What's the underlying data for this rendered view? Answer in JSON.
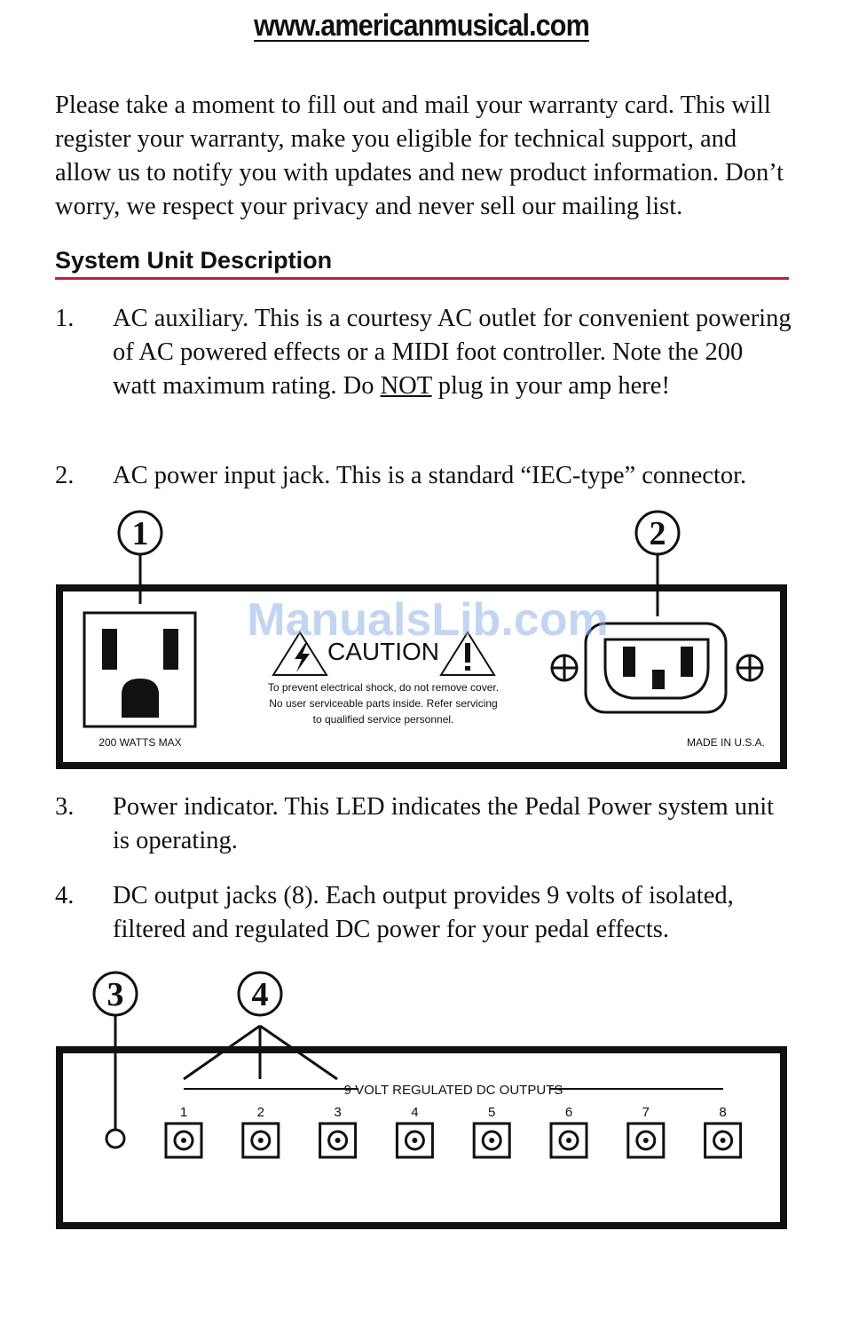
{
  "header": {
    "url": "www.americanmusical.com"
  },
  "intro": "Please take a moment to fill out and mail your warranty card. This will register your warranty, make you eligible for technical support, and allow us to notify you with updates and new product information. Don’t worry, we respect your privacy and never sell our mailing list.",
  "section": {
    "title": "System Unit Description"
  },
  "items": [
    {
      "num": "1.",
      "text_before": "AC auxiliary. This is a courtesy AC outlet for convenient powering of AC powered effects or a MIDI foot controller. Note the 200 watt maximum rating. Do ",
      "emphasis": "NOT",
      "text_after": " plug in your amp here!"
    },
    {
      "num": "2.",
      "text": "AC power input jack. This is a standard “IEC-type” connector."
    },
    {
      "num": "3.",
      "text": "Power indicator. This LED indicates the Pedal Power system unit is operating."
    },
    {
      "num": "4.",
      "text": "DC output jacks (8). Each output provides 9 volts of isolated, filtered and regulated DC power for your pedal effects."
    }
  ],
  "diagram_top": {
    "callout_1": "1",
    "callout_2": "2",
    "caution_title": "CAUTION",
    "caution_lines": [
      "To prevent electrical shock, do not remove cover.",
      "No user serviceable parts inside. Refer servicing",
      "to qualified service personnel."
    ],
    "outlet_label": "200 WATTS MAX",
    "made_in": "MADE IN U.S.A.",
    "watermark": "ManualsLib.com"
  },
  "diagram_bottom": {
    "callout_3": "3",
    "callout_4": "4",
    "outputs_label": "9 VOLT REGULATED DC OUTPUTS",
    "jack_numbers": [
      "1",
      "2",
      "3",
      "4",
      "5",
      "6",
      "7",
      "8"
    ]
  }
}
